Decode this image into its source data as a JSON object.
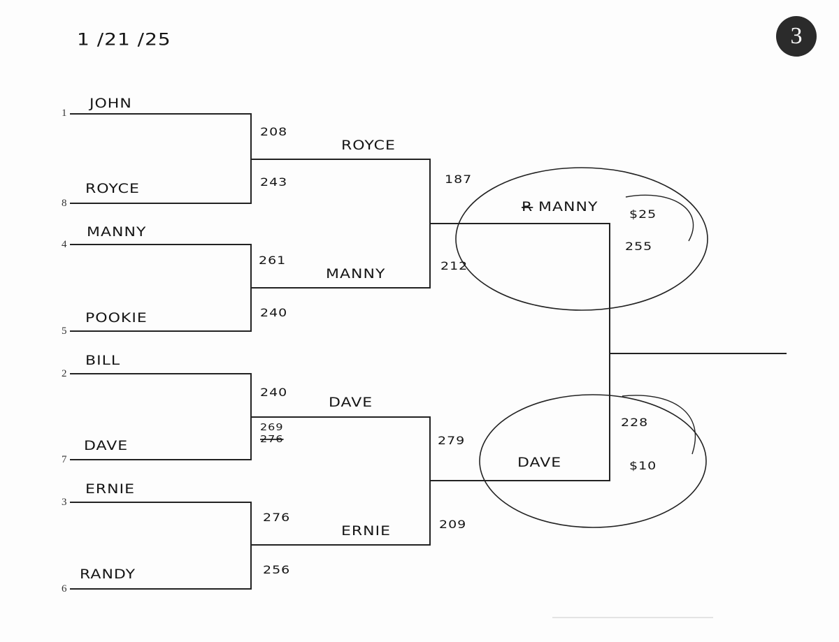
{
  "date": "1 /21 /25",
  "page_number": "3",
  "round1": [
    {
      "seed": "1",
      "name": "JOHN",
      "score": "208"
    },
    {
      "seed": "8",
      "name": "ROYCE",
      "score": "243"
    },
    {
      "seed": "4",
      "name": "MANNY",
      "score": "261"
    },
    {
      "seed": "5",
      "name": "POOKIE",
      "score": "240"
    },
    {
      "seed": "2",
      "name": "BILL",
      "score": "240"
    },
    {
      "seed": "7",
      "name": "DAVE",
      "score": "269",
      "crossed_out_score": "276"
    },
    {
      "seed": "3",
      "name": "ERNIE",
      "score": "276"
    },
    {
      "seed": "6",
      "name": "RANDY",
      "score": "256"
    }
  ],
  "round2": [
    {
      "name": "ROYCE",
      "score": "187"
    },
    {
      "name": "MANNY",
      "score": "212"
    },
    {
      "name": "DAVE",
      "score": "279"
    },
    {
      "name": "ERNIE",
      "score": "209"
    }
  ],
  "round3": [
    {
      "name": "MANNY",
      "crossed_out_prefix": "R",
      "prize": "$25",
      "score": "255"
    },
    {
      "name": "DAVE",
      "prize": "$10",
      "score": "228"
    }
  ]
}
